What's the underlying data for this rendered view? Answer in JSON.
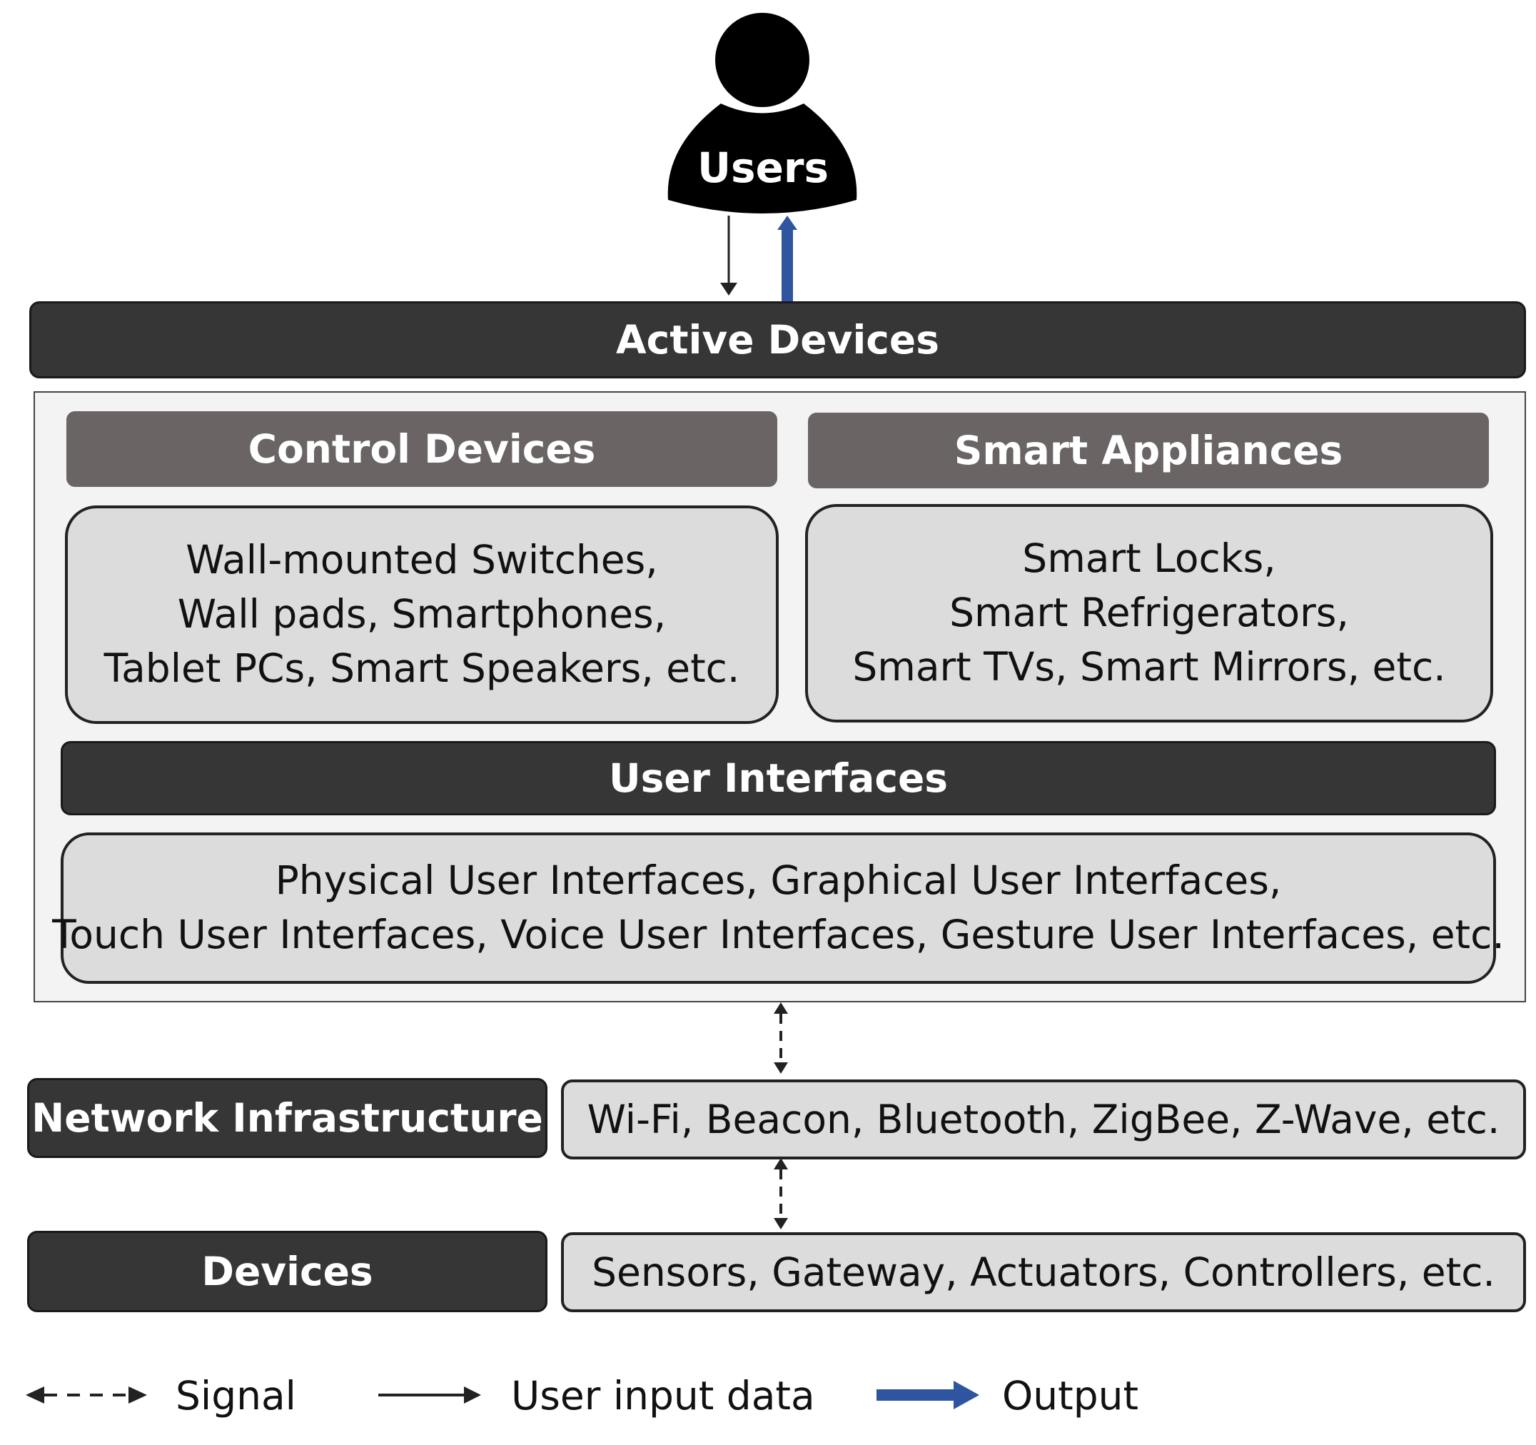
{
  "users": {
    "label": "Users"
  },
  "active_devices": {
    "label": "Active Devices"
  },
  "control_devices": {
    "label": "Control Devices",
    "items": [
      "Wall-mounted Switches,",
      "Wall pads, Smartphones,",
      "Tablet PCs, Smart Speakers, etc."
    ]
  },
  "smart_appliances": {
    "label": "Smart Appliances",
    "items": [
      "Smart Locks,",
      "Smart Refrigerators,",
      "Smart TVs, Smart Mirrors, etc."
    ]
  },
  "user_interfaces": {
    "label": "User Interfaces",
    "items": [
      "Physical User Interfaces, Graphical User Interfaces,",
      "Touch User Interfaces, Voice User Interfaces, Gesture User Interfaces, etc."
    ]
  },
  "network_infrastructure": {
    "label": "Network Infrastructure",
    "items": "Wi-Fi, Beacon, Bluetooth, ZigBee, Z-Wave, etc."
  },
  "devices": {
    "label": "Devices",
    "items": "Sensors, Gateway, Actuators, Controllers, etc."
  },
  "legend": {
    "signal": "Signal",
    "user_input": "User input data",
    "output": "Output"
  },
  "colors": {
    "output_arrow": "#2f54a0",
    "dark_bar": "#363636",
    "mid_bar": "#6a6464",
    "light_box": "#dcdcdc"
  }
}
